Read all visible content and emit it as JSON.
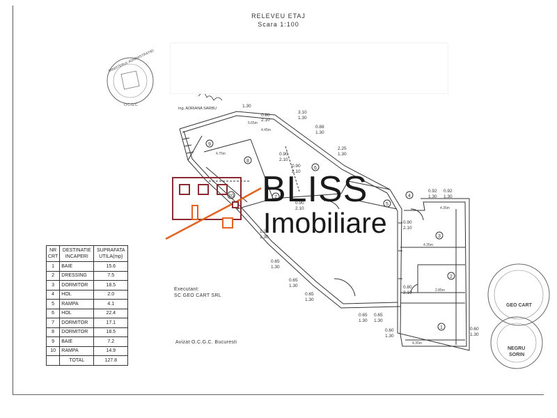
{
  "header": {
    "title": "RELEVEU ETAJ",
    "scale": "Scara 1:100"
  },
  "signature_label": "Ing. ADRIANA SARBU",
  "logo": {
    "word1": "BLISS",
    "word2": "Imobiliare",
    "color_red": "#8b2a33",
    "color_orange": "#e2631f"
  },
  "legend": {
    "headers": [
      "NR CRT",
      "DESTINATIE INCAPERI",
      "SUPRAFATA UTILA(mp)"
    ],
    "rows": [
      {
        "nr": "1",
        "name": "BAIE",
        "area": "15.6"
      },
      {
        "nr": "2",
        "name": "DRESSING",
        "area": "7.5"
      },
      {
        "nr": "3",
        "name": "DORMITOR",
        "area": "18.5"
      },
      {
        "nr": "4",
        "name": "HOL",
        "area": "2.0"
      },
      {
        "nr": "5",
        "name": "RAMPA",
        "area": "4.1"
      },
      {
        "nr": "6",
        "name": "HOL",
        "area": "22.4"
      },
      {
        "nr": "7",
        "name": "DORMITOR",
        "area": "17.1"
      },
      {
        "nr": "8",
        "name": "DORMITOR",
        "area": "18.5"
      },
      {
        "nr": "9",
        "name": "BAIE",
        "area": "7.2"
      },
      {
        "nr": "10",
        "name": "RAMPA",
        "area": "14.9"
      }
    ],
    "total_label": "TOTAL",
    "total_value": "127.8"
  },
  "notes": {
    "executant_1": "Executant:",
    "executant_2": "SC GEO CART SRL",
    "avizat": "Avizat O.C.G.C. Bucuresti"
  },
  "stamps": {
    "left_1": "MINISTERUL ADMINISTRATIEI",
    "left_2": "O.C.G.C.",
    "right_1": "GEO CART",
    "right_2": "NEGRU",
    "right_3": "SORIN"
  },
  "door_labels": [
    "1.30",
    "0.80",
    "2.10",
    "3.10",
    "1.30",
    "0.88",
    "1.30",
    "2.25",
    "1.30",
    "0.90",
    "2.10",
    "0.90",
    "2.10",
    "0.90",
    "2.10",
    "0.92",
    "1.30",
    "0.92",
    "1.30",
    "0.90",
    "2.10",
    "1.20",
    "1.30",
    "0.65",
    "1.30",
    "0.65",
    "1.30",
    "0.65",
    "1.30",
    "0.65",
    "1.30",
    "0.65",
    "1.30",
    "0.80",
    "2.10",
    "0.60",
    "1.30",
    "0.60",
    "1.30"
  ],
  "room_numbers": [
    "1",
    "2",
    "3",
    "4",
    "5",
    "6",
    "7",
    "8",
    "9",
    "10"
  ],
  "dimensions": [
    "4.35m",
    "4.35m",
    "2.85m",
    "4.75m",
    "5.65m",
    "4.45m",
    "4.35m"
  ]
}
